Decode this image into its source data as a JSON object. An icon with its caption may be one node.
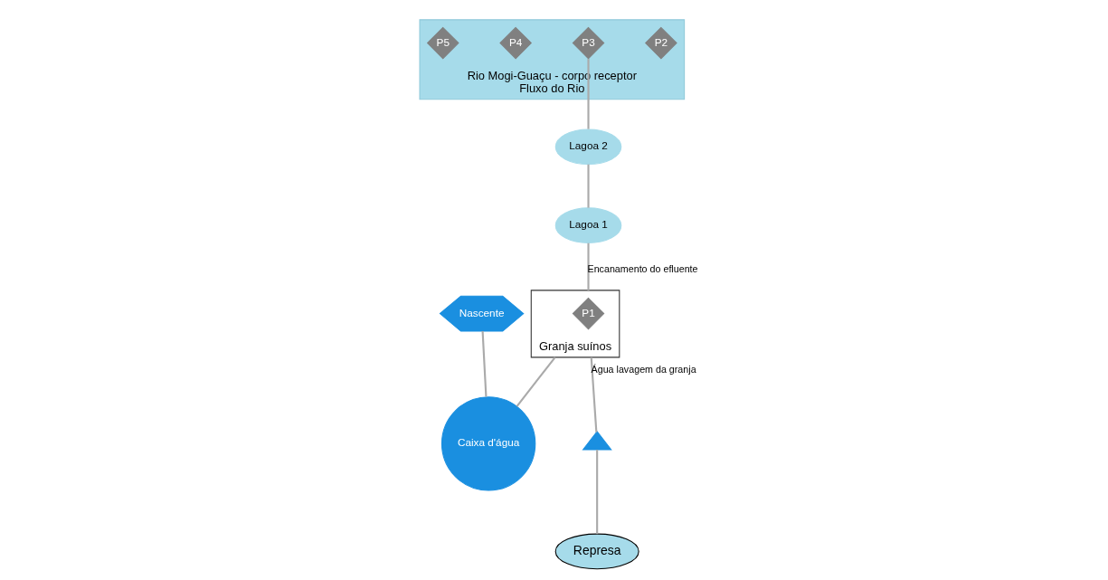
{
  "diagram": {
    "nodes": [
      {
        "text": [
          "Rio Mogi-Guaçu - corpo receptor",
          "Fluxo do Rio"
        ]
      },
      {
        "text": [
          "P2"
        ],
        "in": 0
      },
      {
        "text": [
          "P3"
        ],
        "in": 0
      },
      {
        "text": [
          "P4"
        ],
        "in": 0
      },
      {
        "text": [
          "P5"
        ],
        "in": 0
      },
      {
        "text": [
          "Nascente"
        ]
      },
      {
        "text": [
          "Caixa d'água"
        ]
      },
      {
        "text": [
          "Represa"
        ]
      },
      {
        "text": [
          "Lagoa 1"
        ]
      },
      {
        "text": [
          "Lagoa 2"
        ]
      },
      {
        "text": [
          "Granja suínos"
        ]
      },
      {
        "text": [
          "P1"
        ],
        "in": 10
      },
      {
        "text": [],
        "shape": "triangle"
      }
    ],
    "edges": [
      {
        "from": 6,
        "to": 5,
        "arrow": "none"
      },
      {
        "from": 6,
        "to": 10,
        "arrow": "none"
      },
      {
        "from": 7,
        "to": 12,
        "arrow": "none"
      },
      {
        "from": 12,
        "to": 10,
        "arrow": "none",
        "label": "Água lavagem da granja"
      },
      {
        "from": 10,
        "to": 8,
        "arrow": "none",
        "label": "Encanamento do efluente"
      },
      {
        "from": 8,
        "to": 9,
        "arrow": "none"
      },
      {
        "from": 9,
        "to": 2,
        "arrow": "none"
      }
    ]
  }
}
